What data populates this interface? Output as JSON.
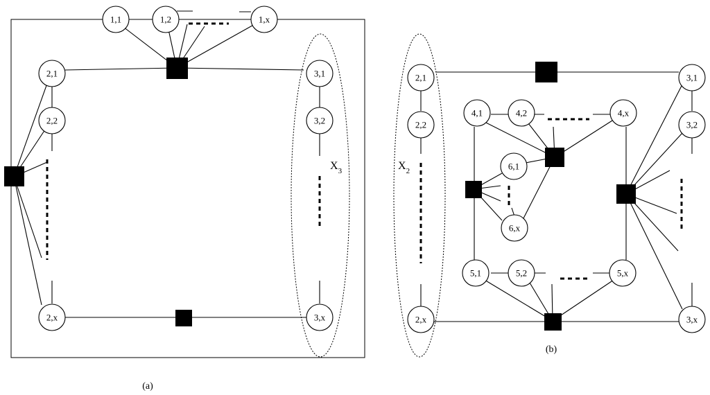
{
  "panel_a": {
    "caption": "(a)",
    "group_label": {
      "main": "X",
      "sub": "3"
    },
    "nodes": [
      "1,1",
      "1,2",
      "1,x",
      "2,1",
      "2,2",
      "2,x",
      "3,1",
      "3,2",
      "3,x"
    ]
  },
  "panel_b": {
    "caption": "(b)",
    "group_label": {
      "main": "X",
      "sub": "2"
    },
    "nodes": [
      "2,1",
      "2,2",
      "2,x",
      "3,1",
      "3,2",
      "3,x",
      "4,1",
      "4,2",
      "4,x",
      "5,1",
      "5,2",
      "5,x",
      "6,1",
      "6,x"
    ]
  }
}
